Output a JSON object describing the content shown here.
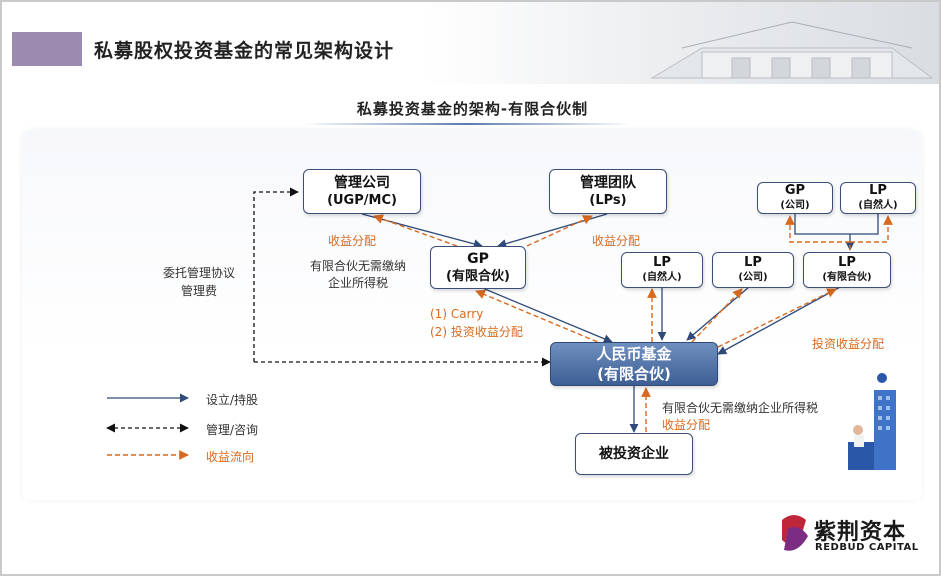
{
  "header": {
    "title": "私募股权投资基金的常见架构设计",
    "subtitle": "私募投资基金的架构-有限合伙制"
  },
  "boxes": {
    "mgmt_company": {
      "line1": "管理公司",
      "line2": "(UGP/MC)"
    },
    "mgmt_team": {
      "line1": "管理团队",
      "line2": "(LPs)"
    },
    "gp_main": {
      "line1": "GP",
      "line2": "(有限合伙)"
    },
    "lp_natural": {
      "line1": "LP",
      "line2": "(自然人)"
    },
    "lp_company": {
      "line1": "LP",
      "line2": "(公司)"
    },
    "lp_partnership": {
      "line1": "LP",
      "line2": "(有限合伙)"
    },
    "gp_top": {
      "line1": "GP",
      "line2": "(公司)"
    },
    "lp_top": {
      "line1": "LP",
      "line2": "(自然人)"
    },
    "rmb_fund": {
      "line1": "人民币基金",
      "line2": "(有限合伙)"
    },
    "portfolio": {
      "line1": "被投资企业"
    }
  },
  "labels": {
    "entrust_l1": "委托管理协议",
    "entrust_l2": "管理费",
    "income_left": "收益分配",
    "income_right": "收益分配",
    "tax_gp_l1": "有限合伙无需缴纳",
    "tax_gp_l2": "企业所得税",
    "carry": "(1) Carry",
    "invest_income": "(2) 投资收益分配",
    "invest_income_right": "投资收益分配",
    "tax_fund": "有限合伙无需缴纳企业所得税",
    "income_bottom": "收益分配"
  },
  "legend": [
    {
      "label": "设立/持股"
    },
    {
      "label": "管理/咨询"
    },
    {
      "label": "收益流向"
    }
  ],
  "logo": {
    "name_cn": "紫荆资本",
    "name_en": "REDBUD CAPITAL"
  },
  "colors": {
    "accent_purple": "#9c8ab0",
    "box_border": "#3b4e7a",
    "fund_fill": "#4b6ca3",
    "arrow_solid": "#2f4a78",
    "arrow_income": "#d86a1f",
    "logo_red": "#c0263a"
  }
}
